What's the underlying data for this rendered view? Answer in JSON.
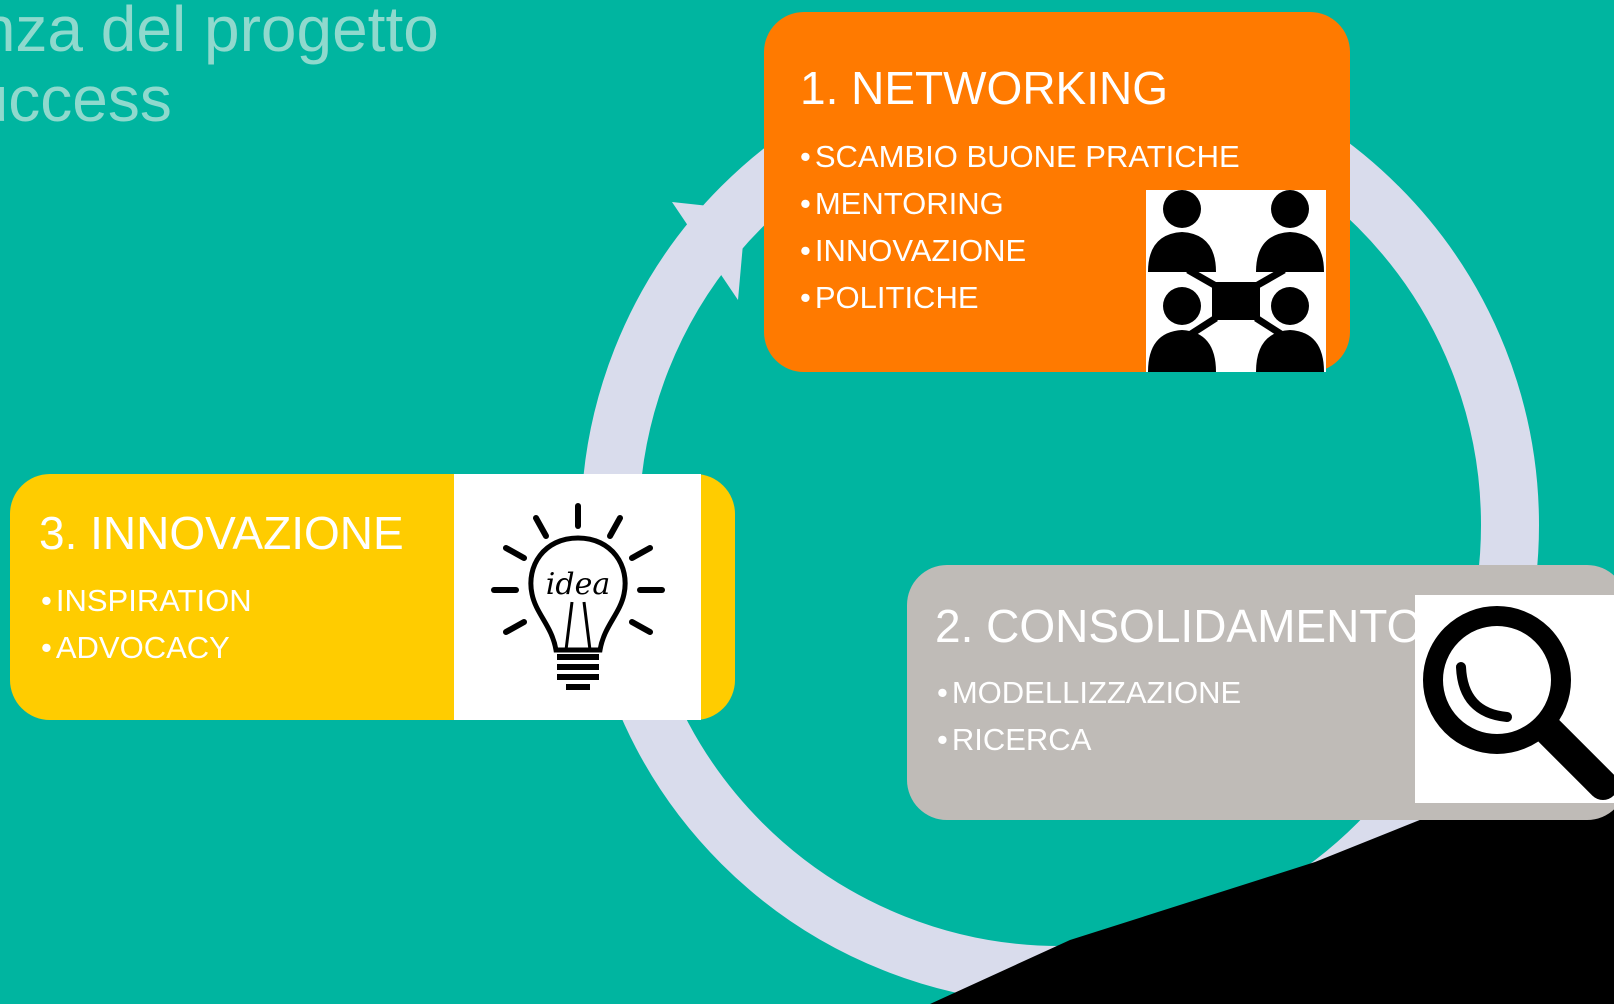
{
  "title": {
    "line1": "ienza del progetto",
    "line2": "Success"
  },
  "colors": {
    "background": "#00b5a0",
    "cycle_arrow": "#d9dcec",
    "networking": "#ff7a00",
    "consolidamento": "#bfbbb7",
    "innovazione": "#ffcc00"
  },
  "steps": [
    {
      "heading": "1. NETWORKING",
      "bullets": [
        "SCAMBIO BUONE PRATICHE",
        "MENTORING",
        "INNOVAZIONE",
        "POLITICHE"
      ],
      "icon": "network-people-icon"
    },
    {
      "heading": "2. CONSOLIDAMENTO",
      "bullets": [
        "MODELLIZZAZIONE",
        "RICERCA"
      ],
      "icon": "magnifier-icon"
    },
    {
      "heading": "3. INNOVAZIONE",
      "bullets": [
        "INSPIRATION",
        "ADVOCACY"
      ],
      "icon": "idea-lightbulb-icon"
    }
  ],
  "idea_icon_text": "idea"
}
